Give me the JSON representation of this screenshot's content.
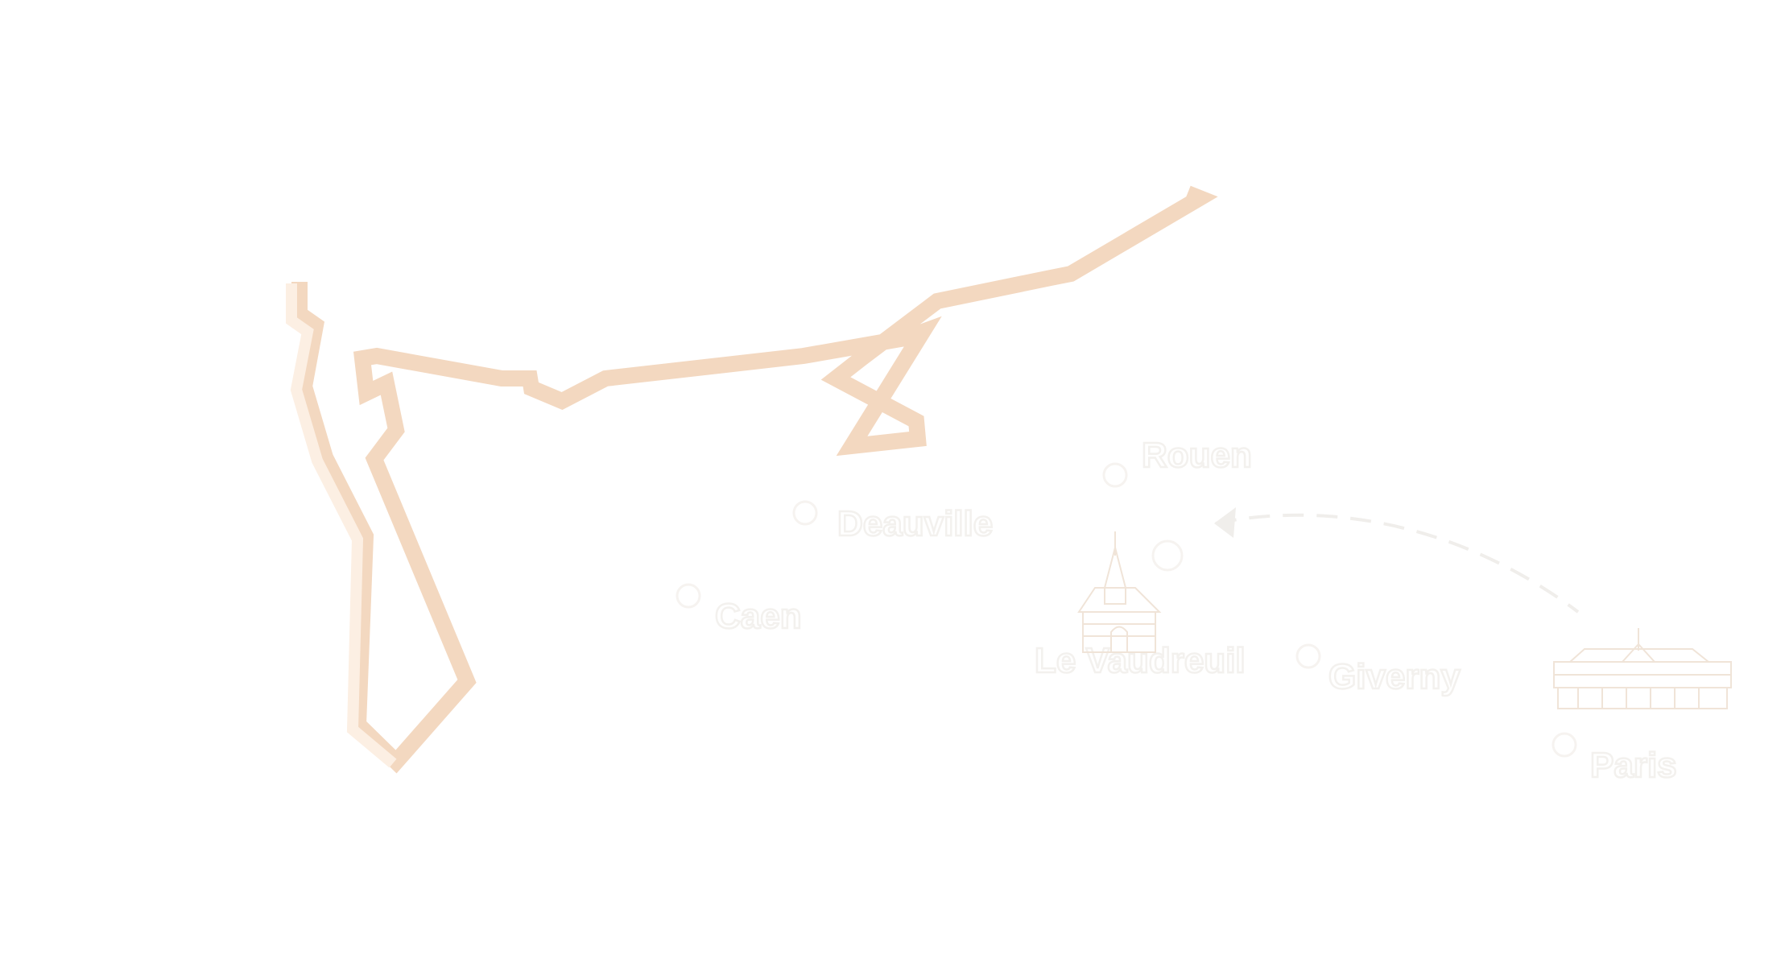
{
  "map": {
    "colors": {
      "background": "#ffffff",
      "coastline": "#fcefe3",
      "coastline_shadow": "#f3d8c0",
      "marker_fill": "#ffffff",
      "marker_stroke": "#f6f3f0",
      "label_fill": "#ffffff",
      "label_stroke": "#f3f1ee",
      "route": "#f0eeeb",
      "illustration": "#f0e4d8"
    },
    "route_style": "dashed-curve-with-arrowhead",
    "cities": [
      {
        "id": "rouen",
        "name": "Rouen"
      },
      {
        "id": "deauville",
        "name": "Deauville"
      },
      {
        "id": "caen",
        "name": "Caen"
      },
      {
        "id": "le-vaudreuil",
        "name": "Le Vaudreuil"
      },
      {
        "id": "giverny",
        "name": "Giverny"
      },
      {
        "id": "paris",
        "name": "Paris"
      }
    ],
    "landmarks": [
      {
        "id": "church",
        "icon": "church-illustration-icon"
      },
      {
        "id": "chateau",
        "icon": "chateau-illustration-icon"
      }
    ]
  }
}
